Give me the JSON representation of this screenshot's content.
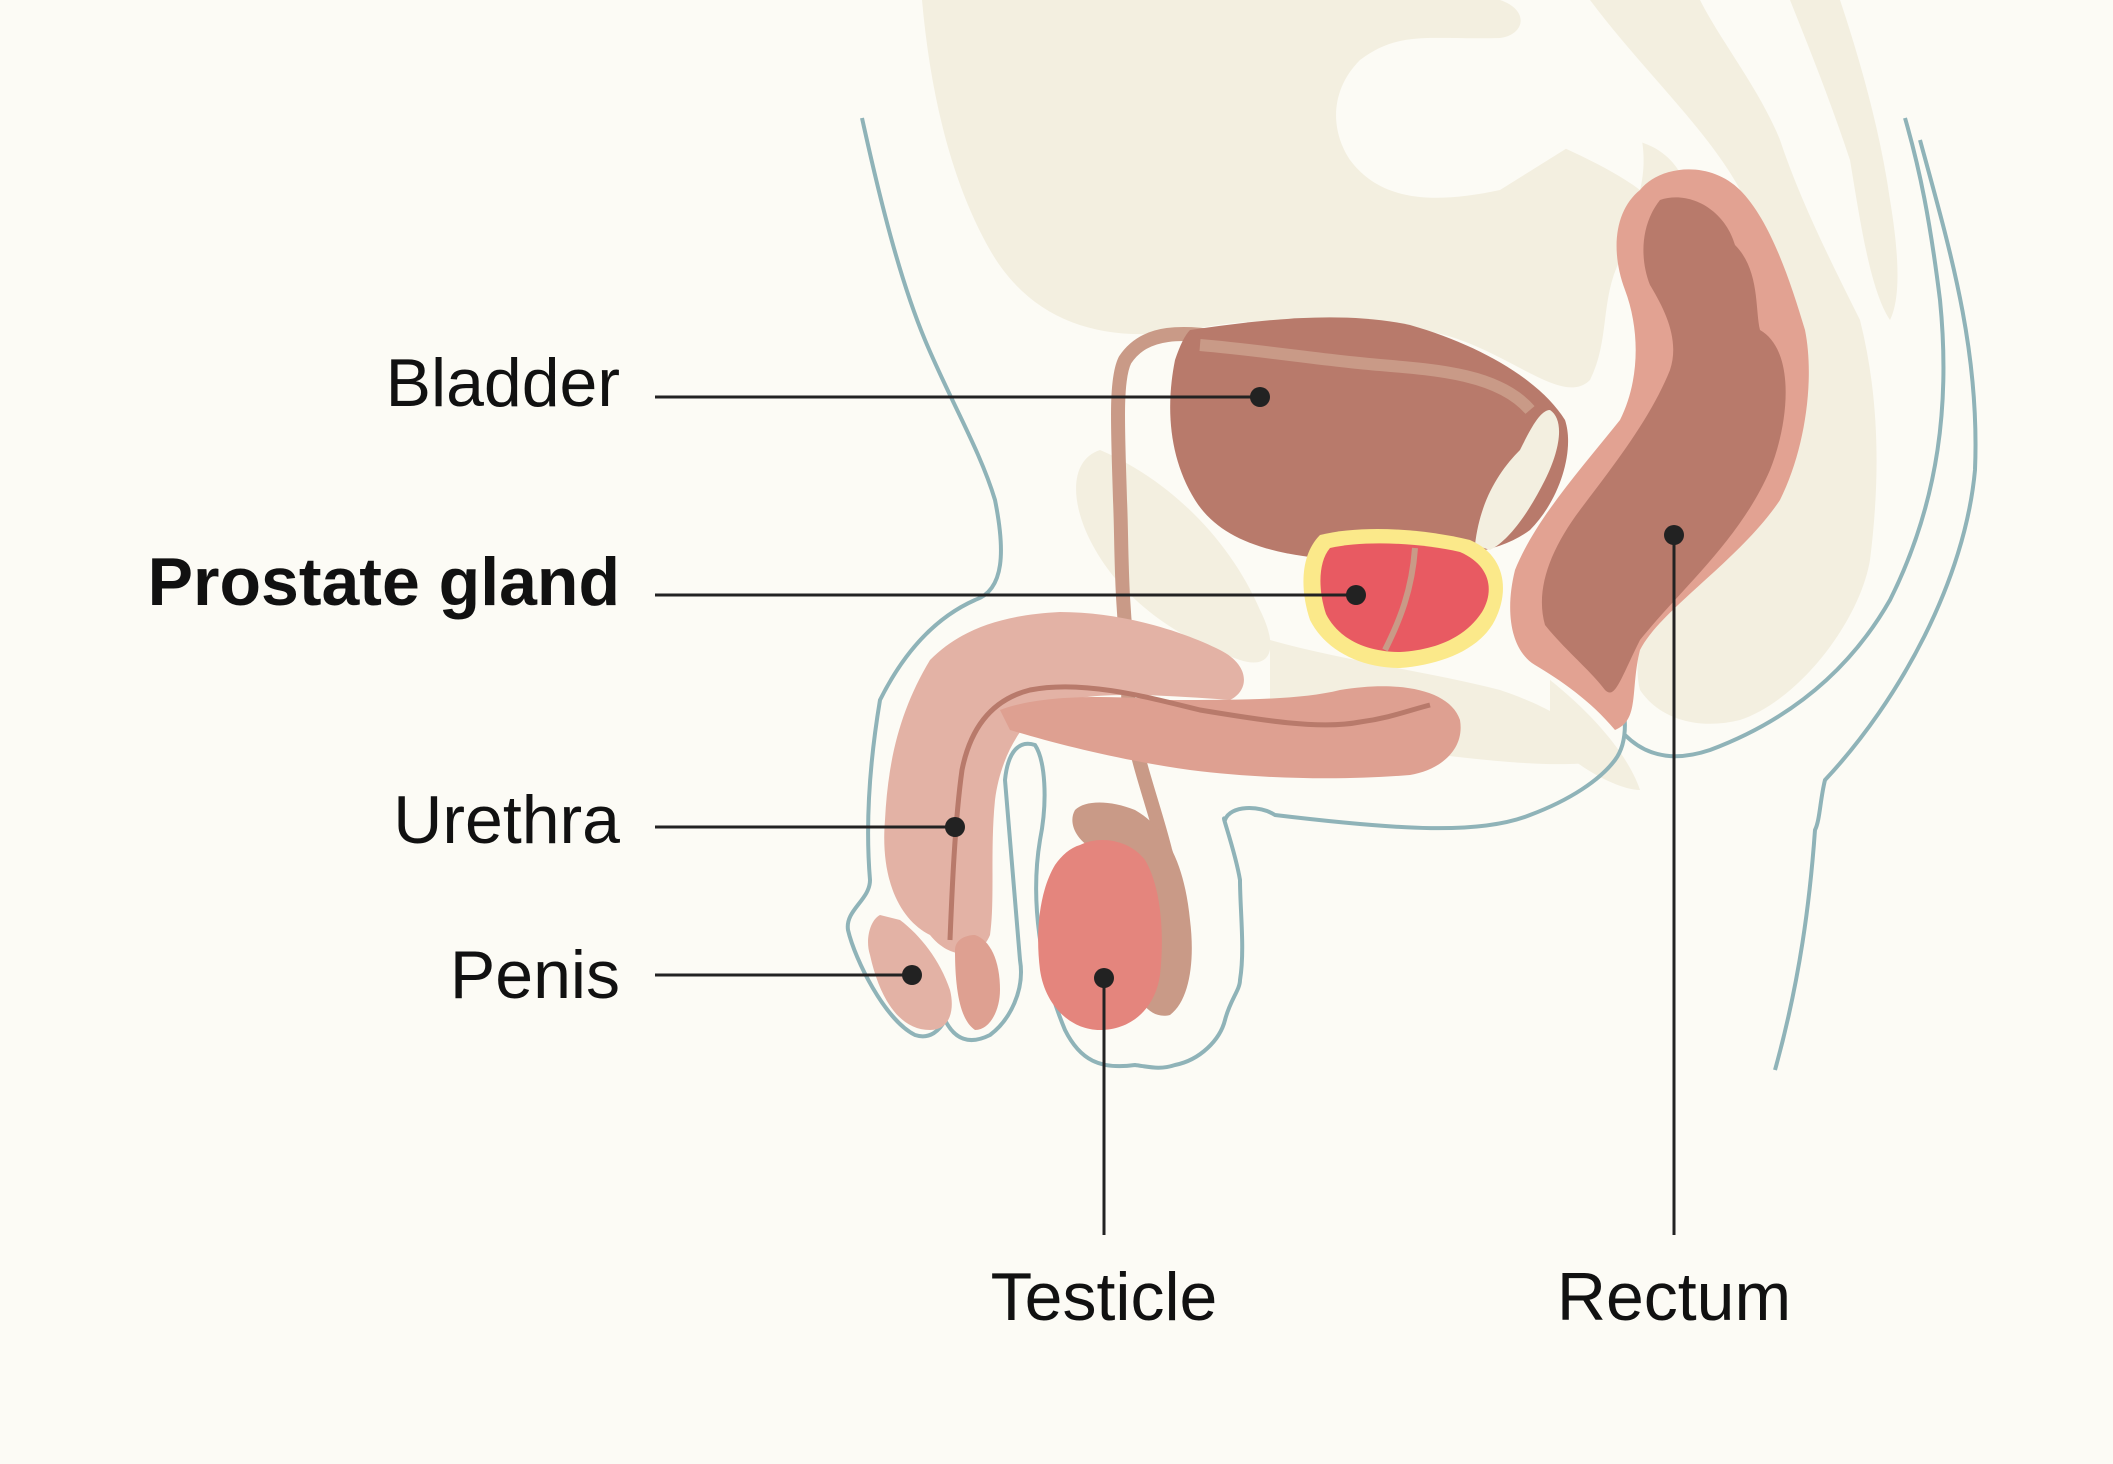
{
  "colors": {
    "background": "#fcfbf5",
    "bone": "#f3efe0",
    "skin_outline": "#8fb3b8",
    "bladder": "#b87a6b",
    "rectum_wall": "#e2a292",
    "penis": "#e3b2a5",
    "penis_dark": "#dea091",
    "prostate": "#e85a62",
    "prostate_ring": "#fbe98a",
    "testicle": "#e4857d",
    "epididymis": "#c99a87",
    "label_text": "#111111",
    "leader_line": "#222222"
  },
  "labels": {
    "bladder": "Bladder",
    "prostate": "Prostate gland",
    "urethra": "Urethra",
    "penis": "Penis",
    "testicle": "Testicle",
    "rectum": "Rectum"
  }
}
